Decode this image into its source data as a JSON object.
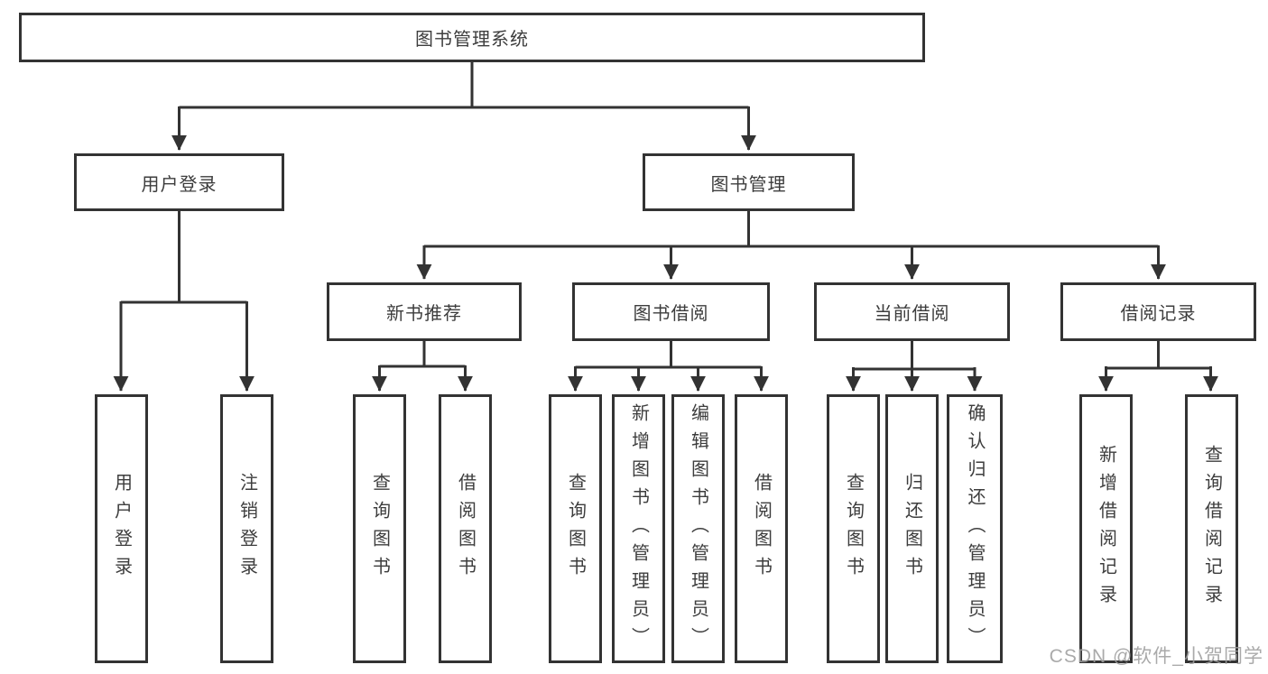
{
  "diagram": {
    "title": "图书管理系统",
    "tree": {
      "root": {
        "label": "图书管理系统"
      },
      "children": [
        {
          "label": "用户登录",
          "children": [
            {
              "label": "用户登录"
            },
            {
              "label": "注销登录"
            }
          ]
        },
        {
          "label": "图书管理",
          "children": [
            {
              "label": "新书推荐",
              "children": [
                {
                  "label": "查询图书"
                },
                {
                  "label": "借阅图书"
                }
              ]
            },
            {
              "label": "图书借阅",
              "children": [
                {
                  "label": "查询图书"
                },
                {
                  "label": "新增图书（管理员）"
                },
                {
                  "label": "编辑图书（管理员）"
                },
                {
                  "label": "借阅图书"
                }
              ]
            },
            {
              "label": "当前借阅",
              "children": [
                {
                  "label": "查询图书"
                },
                {
                  "label": "归还图书"
                },
                {
                  "label": "确认归还（管理员）"
                }
              ]
            },
            {
              "label": "借阅记录",
              "children": [
                {
                  "label": "新增借阅记录"
                },
                {
                  "label": "查询借阅记录"
                }
              ]
            }
          ]
        }
      ]
    },
    "colors": {
      "stroke": "#333333",
      "background": "#ffffff",
      "text": "#3d3d3d",
      "watermark": "#9e9e9e"
    }
  },
  "watermark": {
    "text": "CSDN @软件_小贺同学"
  }
}
